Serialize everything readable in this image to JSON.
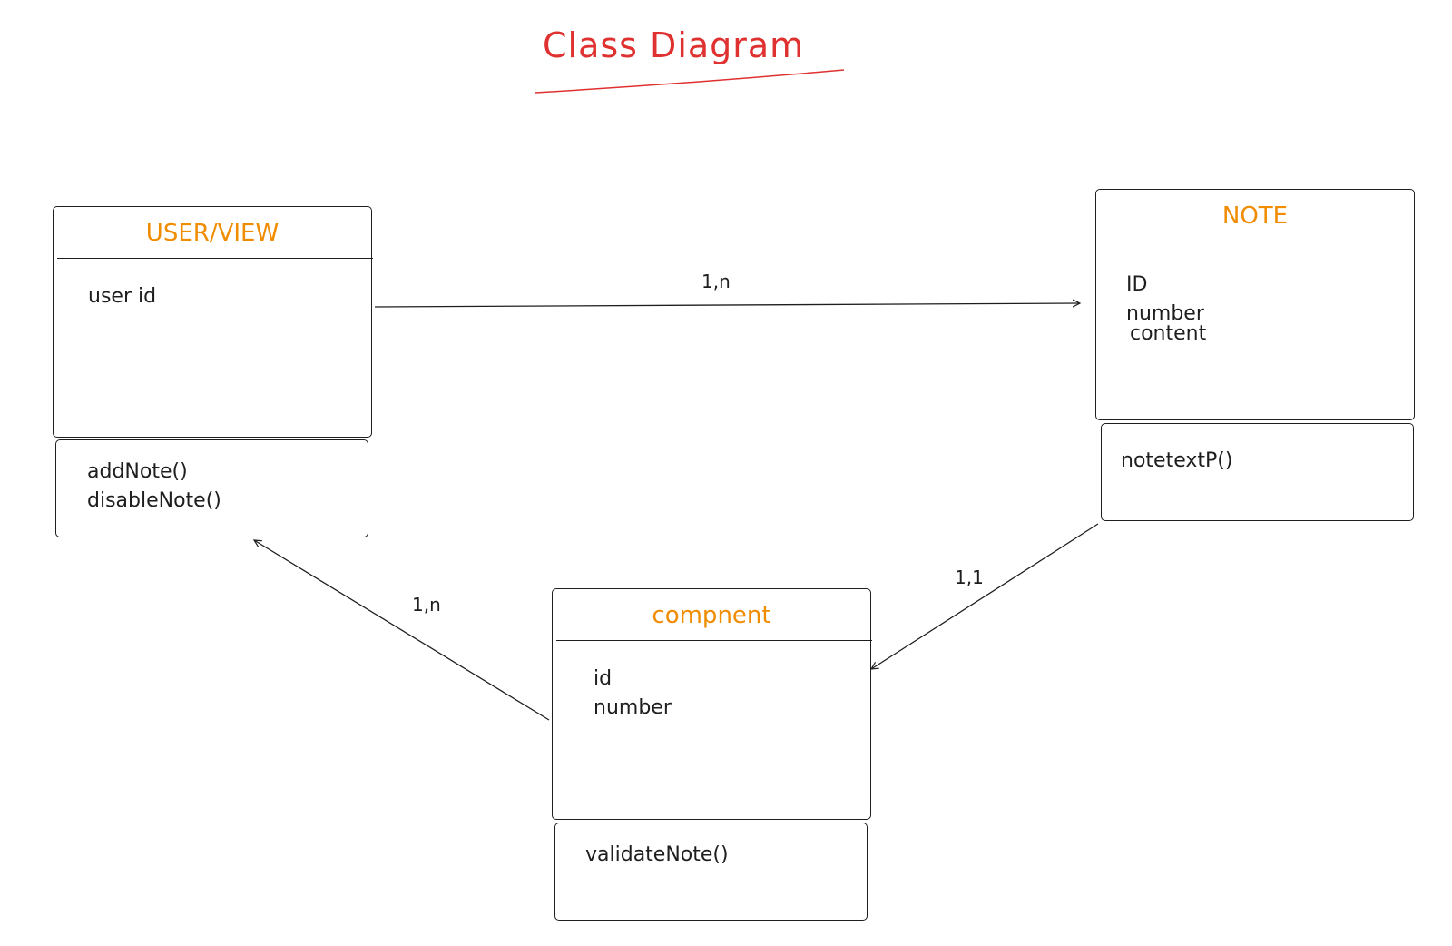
{
  "title": "Class Diagram",
  "colors": {
    "title": "#e03131",
    "class_name": "#f08c00",
    "stroke": "#1e1e1e"
  },
  "classes": {
    "user_view": {
      "name": "USER/VIEW",
      "attributes": [
        "user id"
      ],
      "methods": [
        "addNote()",
        "disableNote()"
      ]
    },
    "note": {
      "name": "NOTE",
      "attributes": [
        "ID",
        "number",
        "content"
      ],
      "methods": [
        "notetextP()"
      ]
    },
    "compnent": {
      "name": "compnent",
      "attributes": [
        "id",
        "number"
      ],
      "methods": [
        "validateNote()"
      ]
    }
  },
  "relations": [
    {
      "from": "USER/VIEW",
      "to": "NOTE",
      "multiplicity": "1,n"
    },
    {
      "from": "NOTE",
      "to": "compnent",
      "multiplicity": "1,1"
    },
    {
      "from": "compnent",
      "to": "USER/VIEW",
      "multiplicity": "1,n"
    }
  ]
}
